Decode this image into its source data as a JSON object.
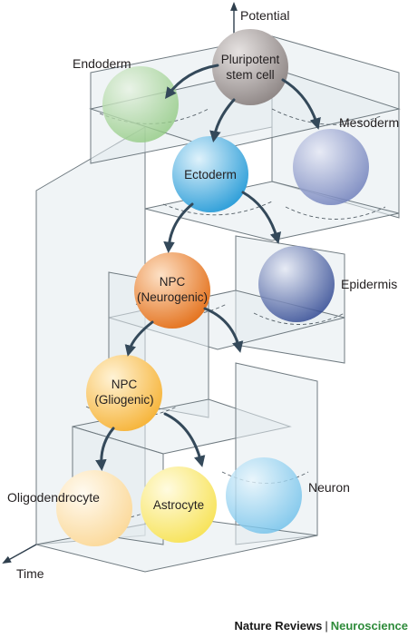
{
  "axes": {
    "potential": "Potential",
    "time": "Time"
  },
  "cells": {
    "pluripotent": [
      "Pluripotent",
      "stem cell"
    ],
    "endoderm": "Endoderm",
    "mesoderm": "Mesoderm",
    "ectoderm": "Ectoderm",
    "epidermis": "Epidermis",
    "npc_neurogenic": [
      "NPC",
      "(Neurogenic)"
    ],
    "npc_gliogenic": [
      "NPC",
      "(Gliogenic)"
    ],
    "oligodendrocyte": "Oligodendrocyte",
    "astrocyte": "Astrocyte",
    "neuron": "Neuron"
  },
  "colors": {
    "pluripotent": "#9e9694",
    "endoderm": "#9fd08f",
    "mesoderm": "#7f8fc4",
    "ectoderm": "#4fb3e6",
    "epidermis": "#3b54a0",
    "npc_neurogenic": "#ef8c3a",
    "npc_gliogenic": "#fbc85e",
    "oligodendrocyte": "#fde7b8",
    "astrocyte": "#fbee83",
    "neuron": "#8fd0f0",
    "arrow": "#34495a",
    "plane": "#e3ebee"
  },
  "footer": {
    "journal": "Nature Reviews",
    "separator": "|",
    "section": "Neuroscience"
  }
}
